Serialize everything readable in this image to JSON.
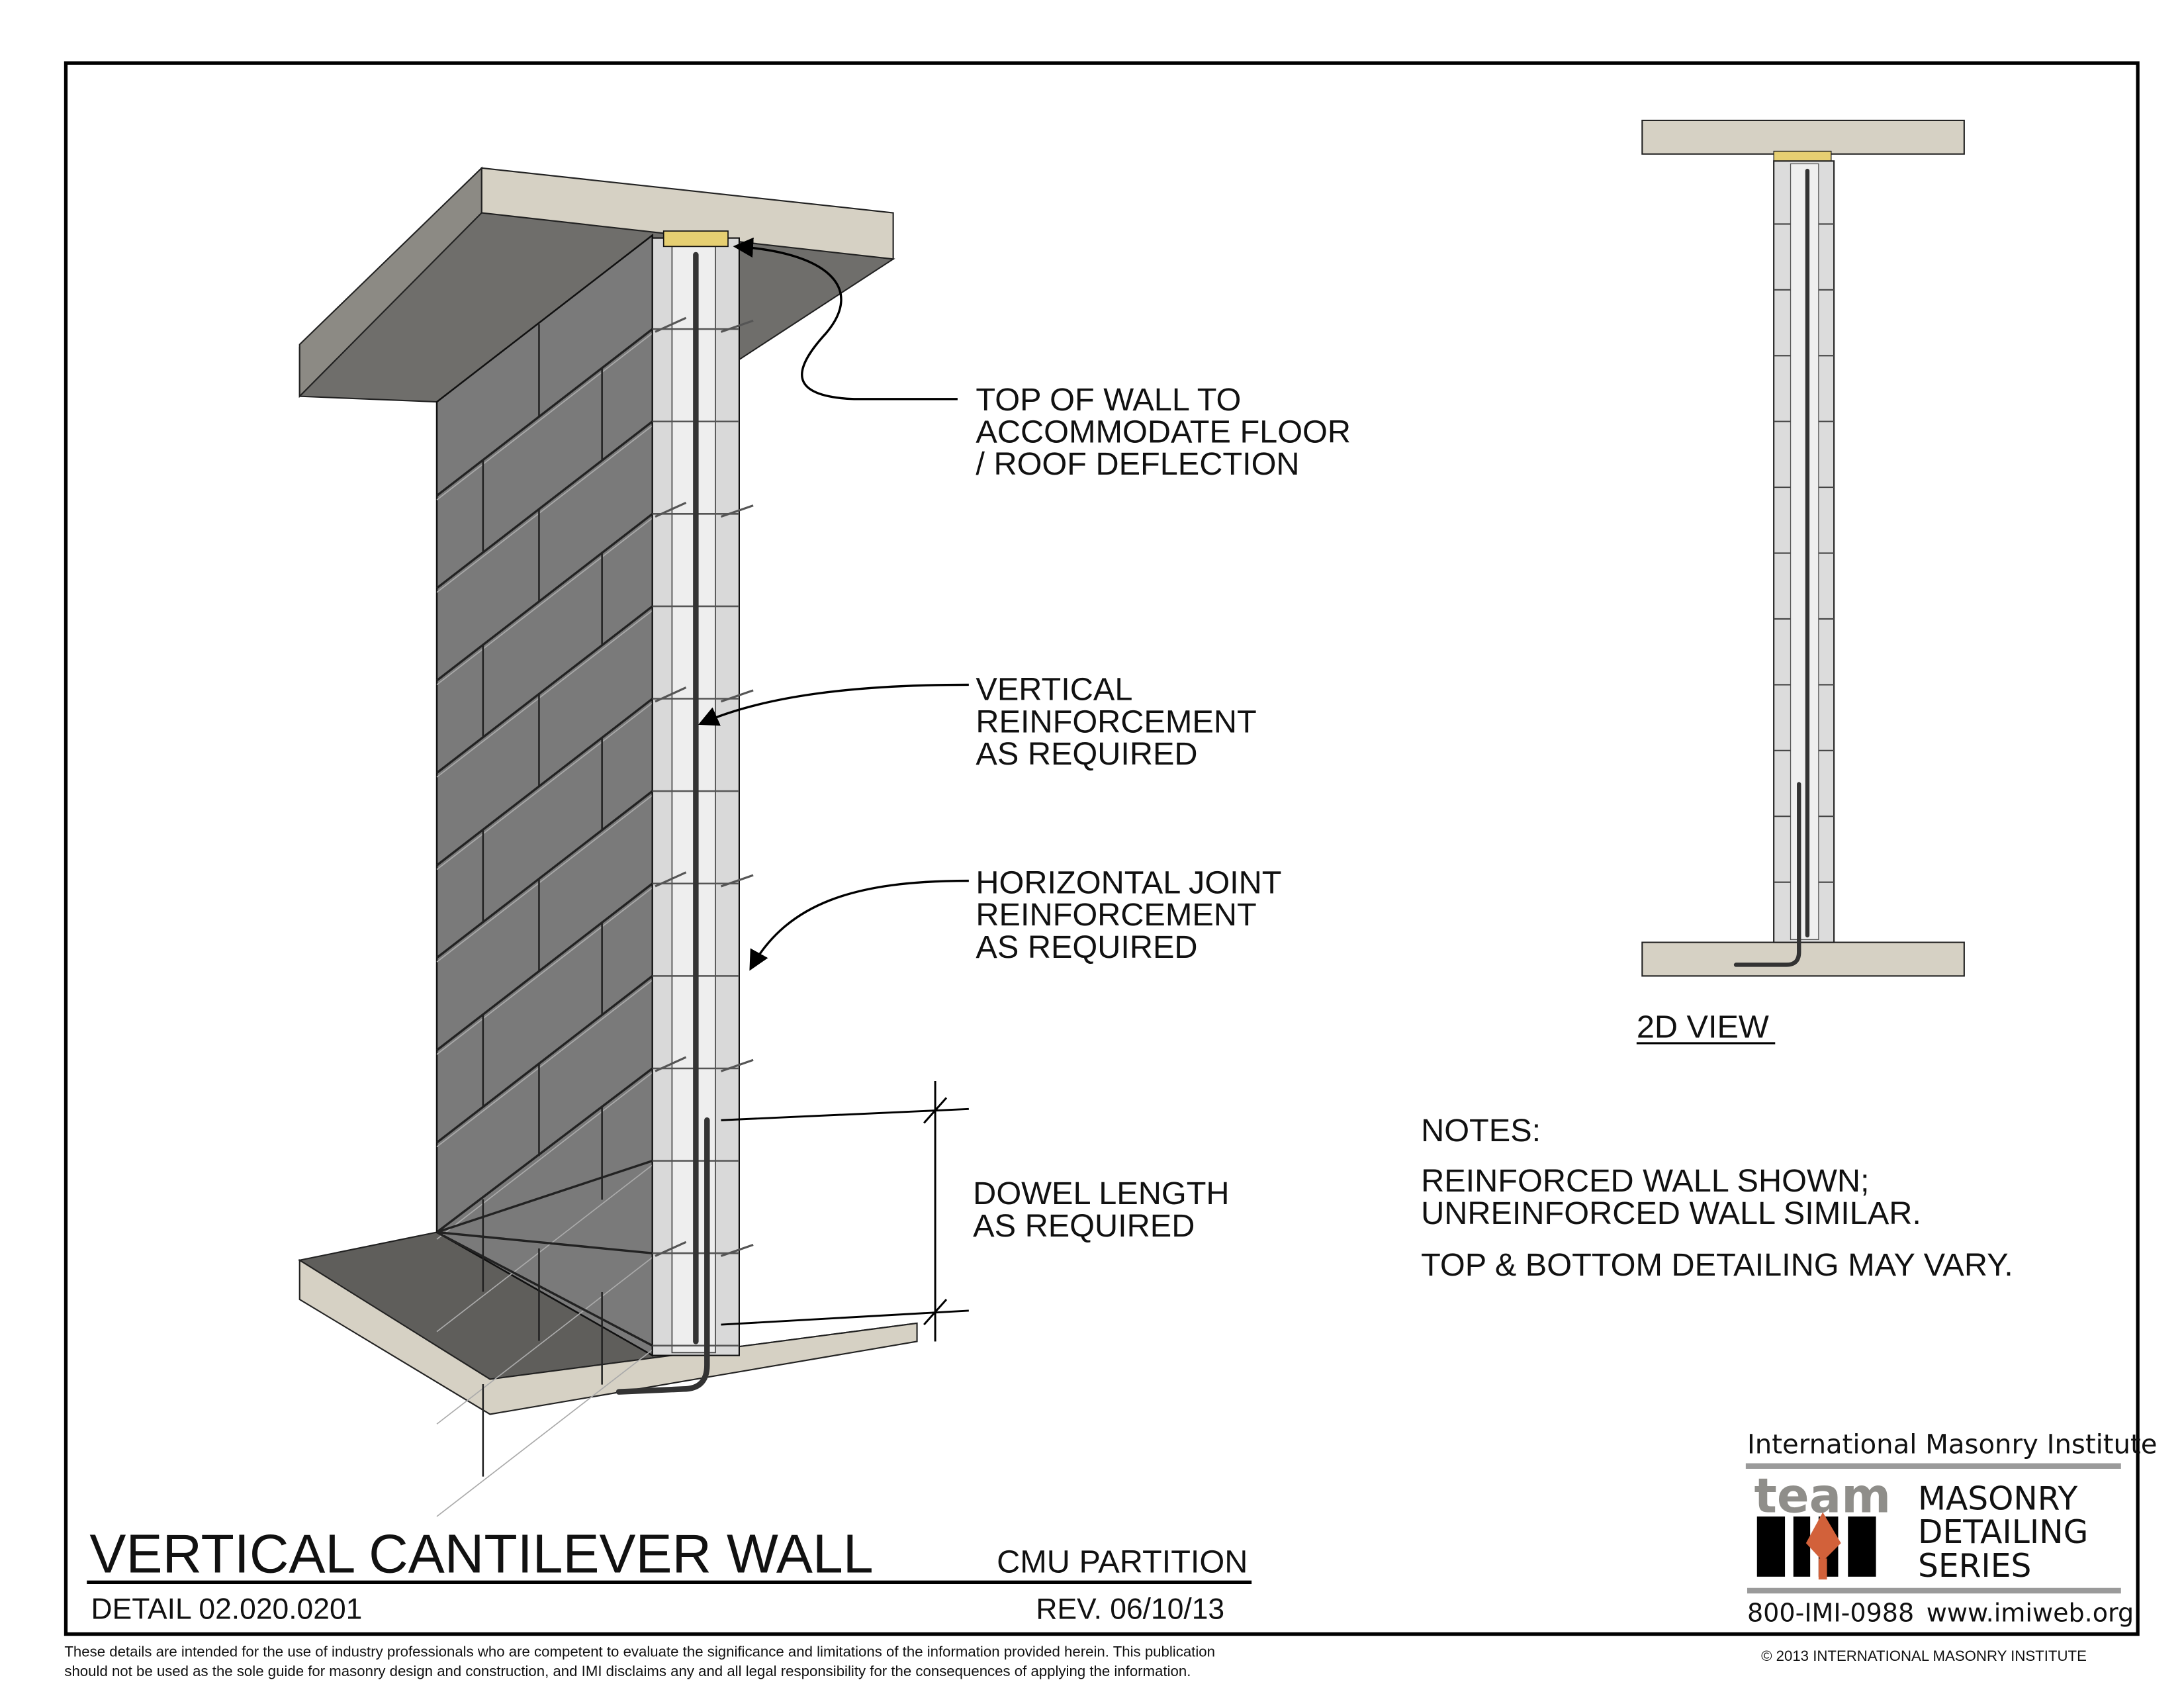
{
  "labels": {
    "top_of_wall": [
      "TOP OF WALL TO",
      "ACCOMMODATE FLOOR",
      "/ ROOF DEFLECTION"
    ],
    "vertical_reinf": [
      "VERTICAL",
      "REINFORCEMENT",
      "AS REQUIRED"
    ],
    "horizontal_reinf": [
      "HORIZONTAL JOINT",
      "REINFORCEMENT",
      "AS REQUIRED"
    ],
    "dowel": [
      "DOWEL LENGTH",
      "AS REQUIRED"
    ]
  },
  "view_2d_label": "2D VIEW",
  "notes": {
    "heading": "NOTES:",
    "lines": [
      "REINFORCED WALL SHOWN;",
      "UNREINFORCED WALL SIMILAR.",
      "TOP & BOTTOM DETAILING MAY VARY."
    ]
  },
  "title_block": {
    "title": "VERTICAL CANTILEVER WALL",
    "subtitle": "CMU PARTITION",
    "detail": "DETAIL 02.020.0201",
    "rev": "REV. 06/10/13"
  },
  "logo": {
    "org": "International Masonry Institute",
    "team": "team",
    "imi": "IMI",
    "series": [
      "MASONRY",
      "DETAILING",
      "SERIES"
    ],
    "phone": "800-IMI-0988",
    "web": "www.imiweb.org",
    "accent": "#d2613a"
  },
  "disclaimer": [
    "These details are intended for the use of industry professionals who are competent to evaluate the significance and limitations of the information provided herein. This publication",
    "should not be used as the sole guide for masonry design  and  construction, and  IMI  disclaims any  and  all  legal responsibility for the consequences of applying the information."
  ],
  "copyright": "© 2013 INTERNATIONAL MASONRY INSTITUTE"
}
